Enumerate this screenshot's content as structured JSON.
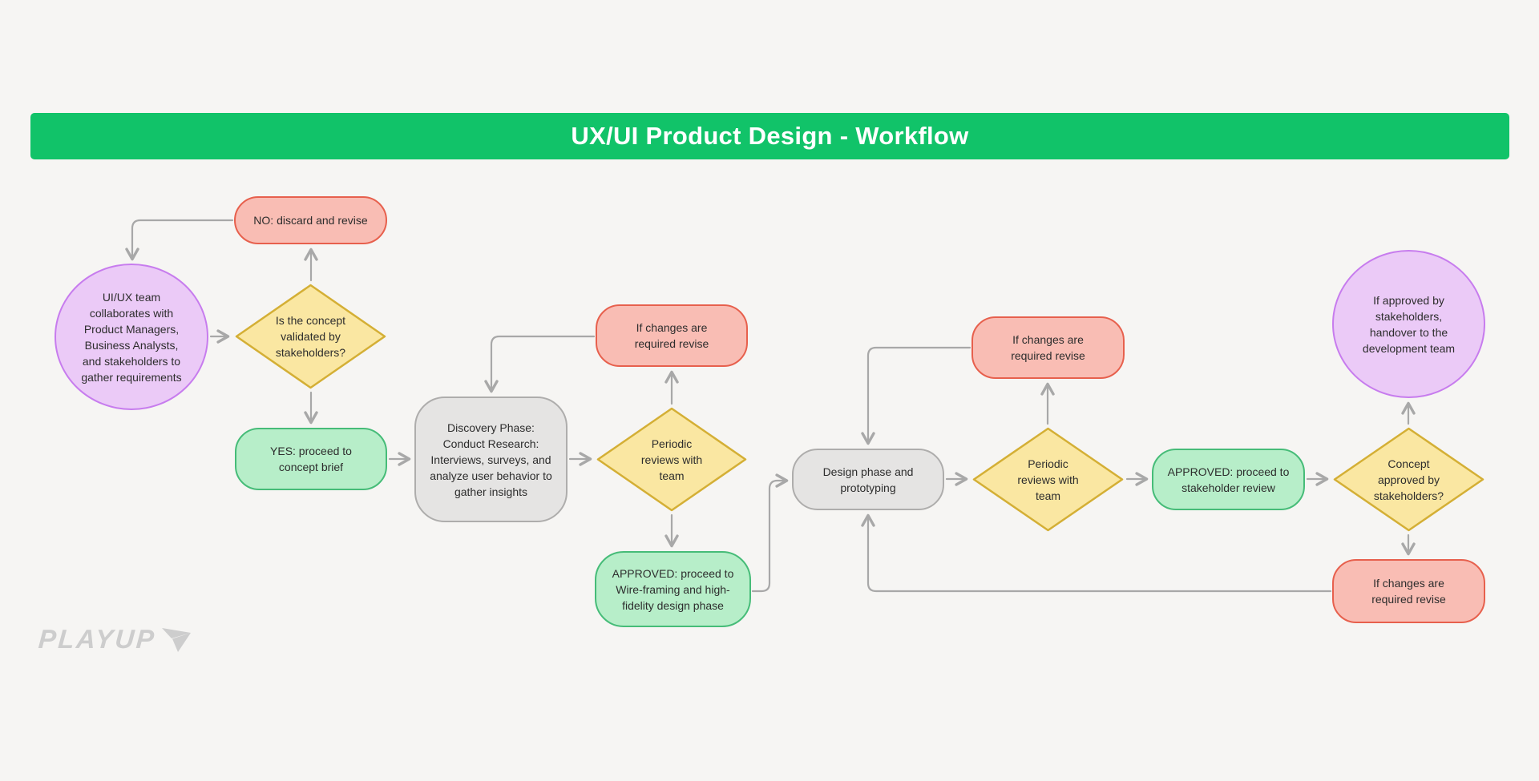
{
  "title": {
    "text": "UX/UI Product Design - Workflow"
  },
  "logo": {
    "text": "PLAYUP",
    "icon": "playup-dart-icon"
  },
  "colors": {
    "background": "#F6F5F3",
    "banner_green": "#11C369",
    "banner_text": "#FFFFFF",
    "red_fill": "#F9BDB4",
    "red_border": "#E7604D",
    "green_fill": "#B7EEC9",
    "green_border": "#46BC78",
    "yellow_fill": "#FAE7A2",
    "yellow_border": "#D4AF35",
    "purple_fill": "#EBCAF7",
    "purple_border": "#C77CEE",
    "gray_fill": "#E5E4E3",
    "gray_border": "#AEADAC",
    "connector": "#A8A8A8",
    "node_text": "#2D2D2D",
    "logo_gray": "#CDCDCD"
  },
  "nodes": {
    "start_circle": {
      "type": "circle",
      "label": "UI/UX team\ncollaborates with\nProduct Managers,\nBusiness Analysts,\nand stakeholders to\ngather requirements"
    },
    "no_discard": {
      "type": "process",
      "label": "NO: discard and revise"
    },
    "concept_validated": {
      "type": "decision",
      "label": "Is the concept\nvalidated by\nstakeholders?"
    },
    "yes_proceed": {
      "type": "process",
      "label": "YES: proceed to\nconcept brief"
    },
    "discovery": {
      "type": "process",
      "label": "Discovery Phase:\nConduct Research:\nInterviews, surveys, and\nanalyze user behavior to\ngather insights"
    },
    "periodic_reviews_1": {
      "type": "decision",
      "label": "Periodic\nreviews with\nteam"
    },
    "changes_revise_1": {
      "type": "process",
      "label": "If changes are\nrequired revise"
    },
    "approved_wireframing": {
      "type": "process",
      "label": "APPROVED: proceed to\nWire-framing and high-\nfidelity design phase"
    },
    "design_phase": {
      "type": "process",
      "label": "Design phase and\nprototyping"
    },
    "periodic_reviews_2": {
      "type": "decision",
      "label": "Periodic\nreviews with\nteam"
    },
    "changes_revise_2": {
      "type": "process",
      "label": "If changes are\nrequired revise"
    },
    "approved_stakeholder": {
      "type": "process",
      "label": "APPROVED: proceed to\nstakeholder review"
    },
    "concept_approved": {
      "type": "decision",
      "label": "Concept\napproved by\nstakeholders?"
    },
    "handover_circle": {
      "type": "circle",
      "label": "If approved by\nstakeholders,\nhandover to the\ndevelopment team"
    },
    "changes_revise_3": {
      "type": "process",
      "label": "If changes are\nrequired revise"
    }
  },
  "edges": [
    {
      "from": "start_circle",
      "to": "concept_validated"
    },
    {
      "from": "concept_validated",
      "to": "no_discard"
    },
    {
      "from": "no_discard",
      "to": "start_circle"
    },
    {
      "from": "concept_validated",
      "to": "yes_proceed"
    },
    {
      "from": "yes_proceed",
      "to": "discovery"
    },
    {
      "from": "discovery",
      "to": "periodic_reviews_1"
    },
    {
      "from": "periodic_reviews_1",
      "to": "changes_revise_1"
    },
    {
      "from": "changes_revise_1",
      "to": "discovery"
    },
    {
      "from": "periodic_reviews_1",
      "to": "approved_wireframing"
    },
    {
      "from": "approved_wireframing",
      "to": "design_phase"
    },
    {
      "from": "design_phase",
      "to": "periodic_reviews_2"
    },
    {
      "from": "periodic_reviews_2",
      "to": "changes_revise_2"
    },
    {
      "from": "changes_revise_2",
      "to": "design_phase"
    },
    {
      "from": "periodic_reviews_2",
      "to": "approved_stakeholder"
    },
    {
      "from": "approved_stakeholder",
      "to": "concept_approved"
    },
    {
      "from": "concept_approved",
      "to": "handover_circle"
    },
    {
      "from": "concept_approved",
      "to": "changes_revise_3"
    },
    {
      "from": "changes_revise_3",
      "to": "design_phase"
    }
  ]
}
